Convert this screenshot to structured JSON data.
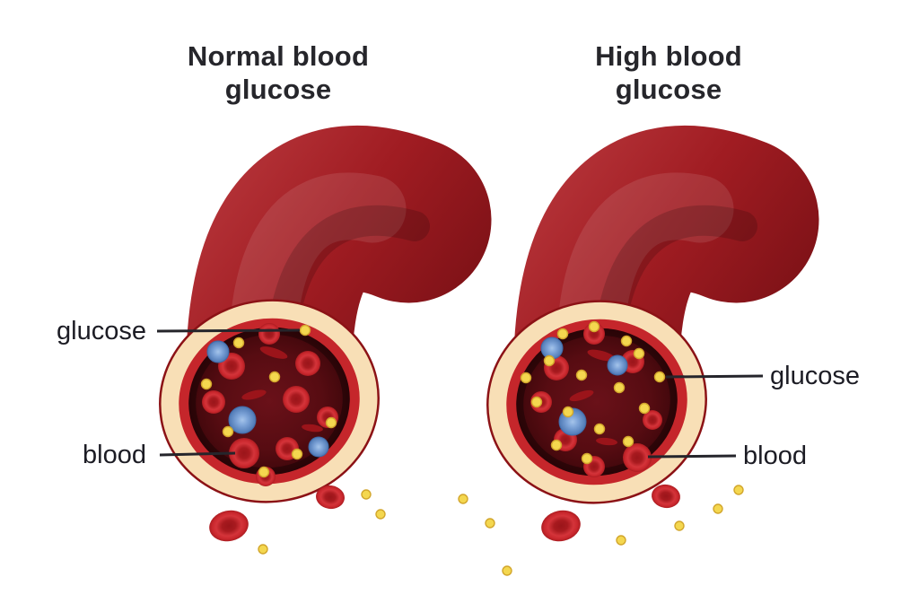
{
  "left_panel": {
    "title_line1": "Normal blood",
    "title_line2": "glucose",
    "label_glucose": "glucose",
    "label_blood": "blood"
  },
  "right_panel": {
    "title_line1": "High blood",
    "title_line2": "glucose",
    "label_glucose": "glucose",
    "label_blood": "blood"
  },
  "colors": {
    "glucose_yellow": "#f4d74f",
    "red_blood_cell": "#c9272d",
    "white_blood_cell": "#6490cc",
    "vessel_wall_cream": "#f8dfb6",
    "vessel_inner_ring_red": "#c5262b",
    "vessel_tube_red": "#a01c22",
    "lumen_maroon": "#570c12",
    "label_text": "#1c1c24"
  }
}
